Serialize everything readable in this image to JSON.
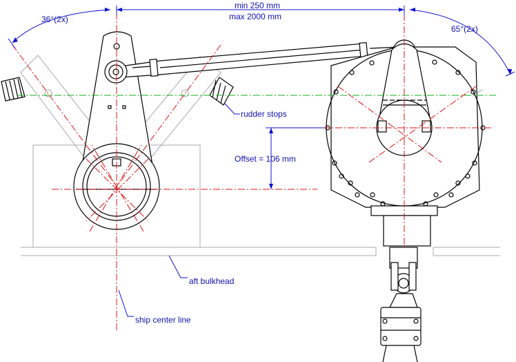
{
  "labels": {
    "angle_left": "36°(2x)",
    "angle_right": "65°(2x)",
    "dim_min": "min 250 mm",
    "dim_max": "max 2000 mm",
    "offset": "Offset = 106 mm",
    "rudder_stops": "rudder stops",
    "aft_bulkhead": "aft bulkhead",
    "ship_center_line": "ship center line"
  },
  "colors": {
    "annotation": "#1010b0",
    "center_lines": "#e01010",
    "reference_line": "#10b010",
    "outline": "#000000",
    "ghost": "#a8a8a8"
  }
}
